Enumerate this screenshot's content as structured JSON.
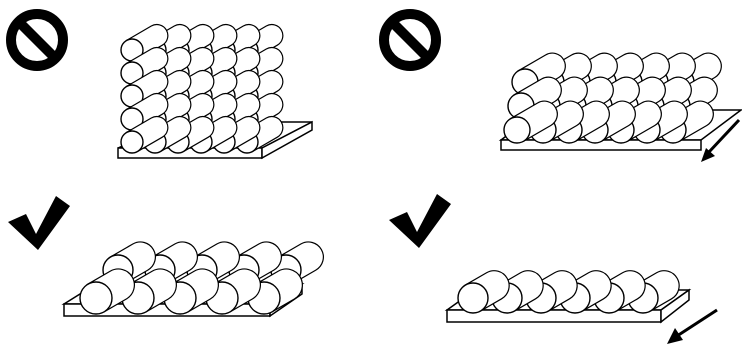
{
  "figure": {
    "panels": [
      {
        "id": "top-left",
        "status_icon": "prohibited-icon",
        "arrangement": "stacked-five-rows",
        "drawer_pulled": false
      },
      {
        "id": "top-right",
        "status_icon": "prohibited-icon",
        "arrangement": "stacked-rows-on-open-shelf",
        "drawer_pulled": true
      },
      {
        "id": "bottom-left",
        "status_icon": "checkmark-icon",
        "arrangement": "two-layers-nested",
        "drawer_pulled": false
      },
      {
        "id": "bottom-right",
        "status_icon": "checkmark-icon",
        "arrangement": "single-layer",
        "drawer_pulled": true
      }
    ],
    "colors": {
      "line": "#000000",
      "fill": "#ffffff",
      "icon": "#000000"
    }
  }
}
